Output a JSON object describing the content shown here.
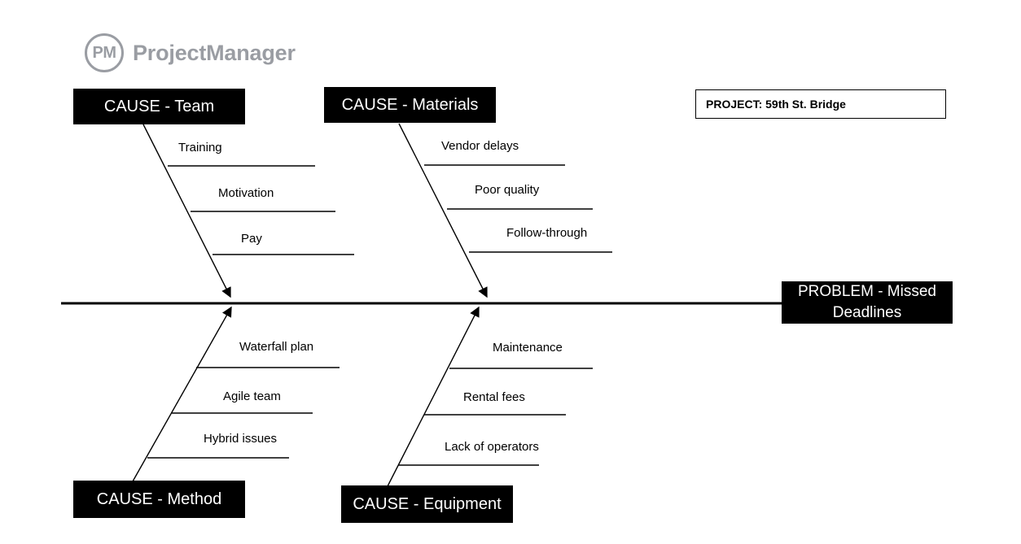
{
  "brand": {
    "mark_text": "PM",
    "name": "ProjectManager",
    "color": "#9a9da3"
  },
  "diagram": {
    "type": "fishbone",
    "spine_color": "#000000",
    "box_fill": "#000000",
    "box_text_color": "#ffffff"
  },
  "project": {
    "label": "PROJECT: 59th St. Bridge"
  },
  "problem": {
    "line1": "PROBLEM - Missed",
    "line2": "Deadlines"
  },
  "causes": {
    "team": {
      "title": "CAUSE - Team",
      "subs": [
        {
          "label": "Training"
        },
        {
          "label": "Motivation"
        },
        {
          "label": "Pay"
        }
      ]
    },
    "materials": {
      "title": "CAUSE - Materials",
      "subs": [
        {
          "label": "Vendor delays"
        },
        {
          "label": "Poor quality"
        },
        {
          "label": "Follow-through"
        }
      ]
    },
    "method": {
      "title": "CAUSE - Method",
      "subs": [
        {
          "label": "Waterfall plan"
        },
        {
          "label": "Agile team"
        },
        {
          "label": "Hybrid issues"
        }
      ]
    },
    "equipment": {
      "title": "CAUSE - Equipment",
      "subs": [
        {
          "label": "Maintenance"
        },
        {
          "label": "Rental fees"
        },
        {
          "label": "Lack of operators"
        }
      ]
    }
  }
}
